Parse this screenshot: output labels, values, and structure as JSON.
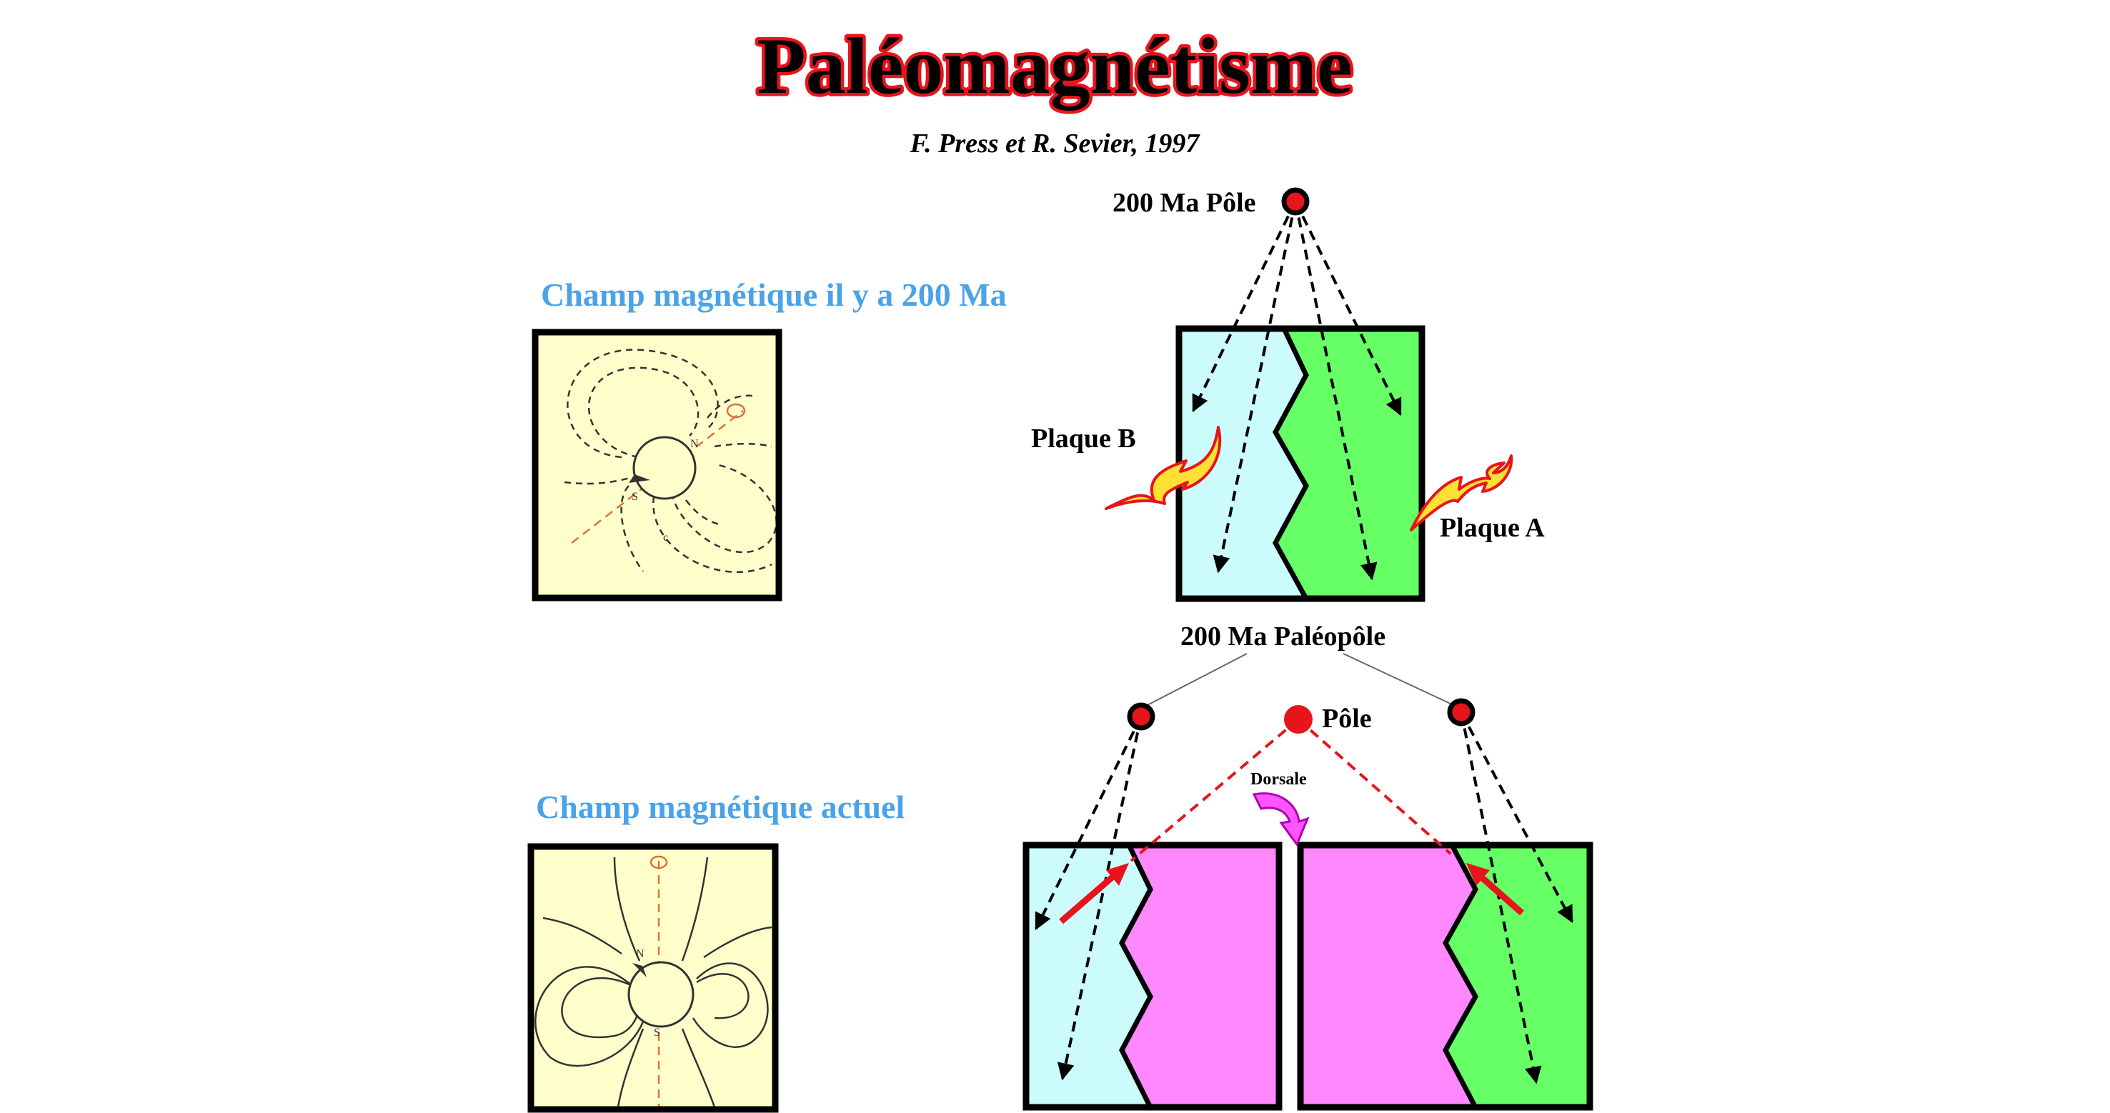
{
  "title": "Paléomagnétisme",
  "credit": "F. Press et R. Sevier, 1997",
  "past_section": {
    "heading": "Champ magnétique il y a 200 Ma",
    "pole_label": "200 Ma Pôle",
    "plate_b_label": "Plaque B",
    "plate_a_label": "Plaque A",
    "paleopole_label": "200 Ma Paléopôle",
    "dipole_labels": {
      "north": "N",
      "south": "S",
      "center": "c"
    }
  },
  "present_section": {
    "heading": "Champ magnétique actuel",
    "pole_label": "Pôle",
    "ridge_label": "Dorsale",
    "dipole_labels": {
      "north": "N",
      "south": "S"
    }
  },
  "colors": {
    "title_outline": "#e8141c",
    "heading": "#4aa3e8",
    "plate_b_fill": "#ccfbfb",
    "plate_a_fill": "#66ff66",
    "new_crust_fill": "#ff88ff",
    "field_panel_fill": "#ffffcc",
    "pole_marker": "#e8141c",
    "motion_arrow": "#ffe033"
  },
  "icons": [
    "pole-marker-icon",
    "motion-arrow-icon",
    "ridge-arrow-icon",
    "compass-needle-icon"
  ]
}
